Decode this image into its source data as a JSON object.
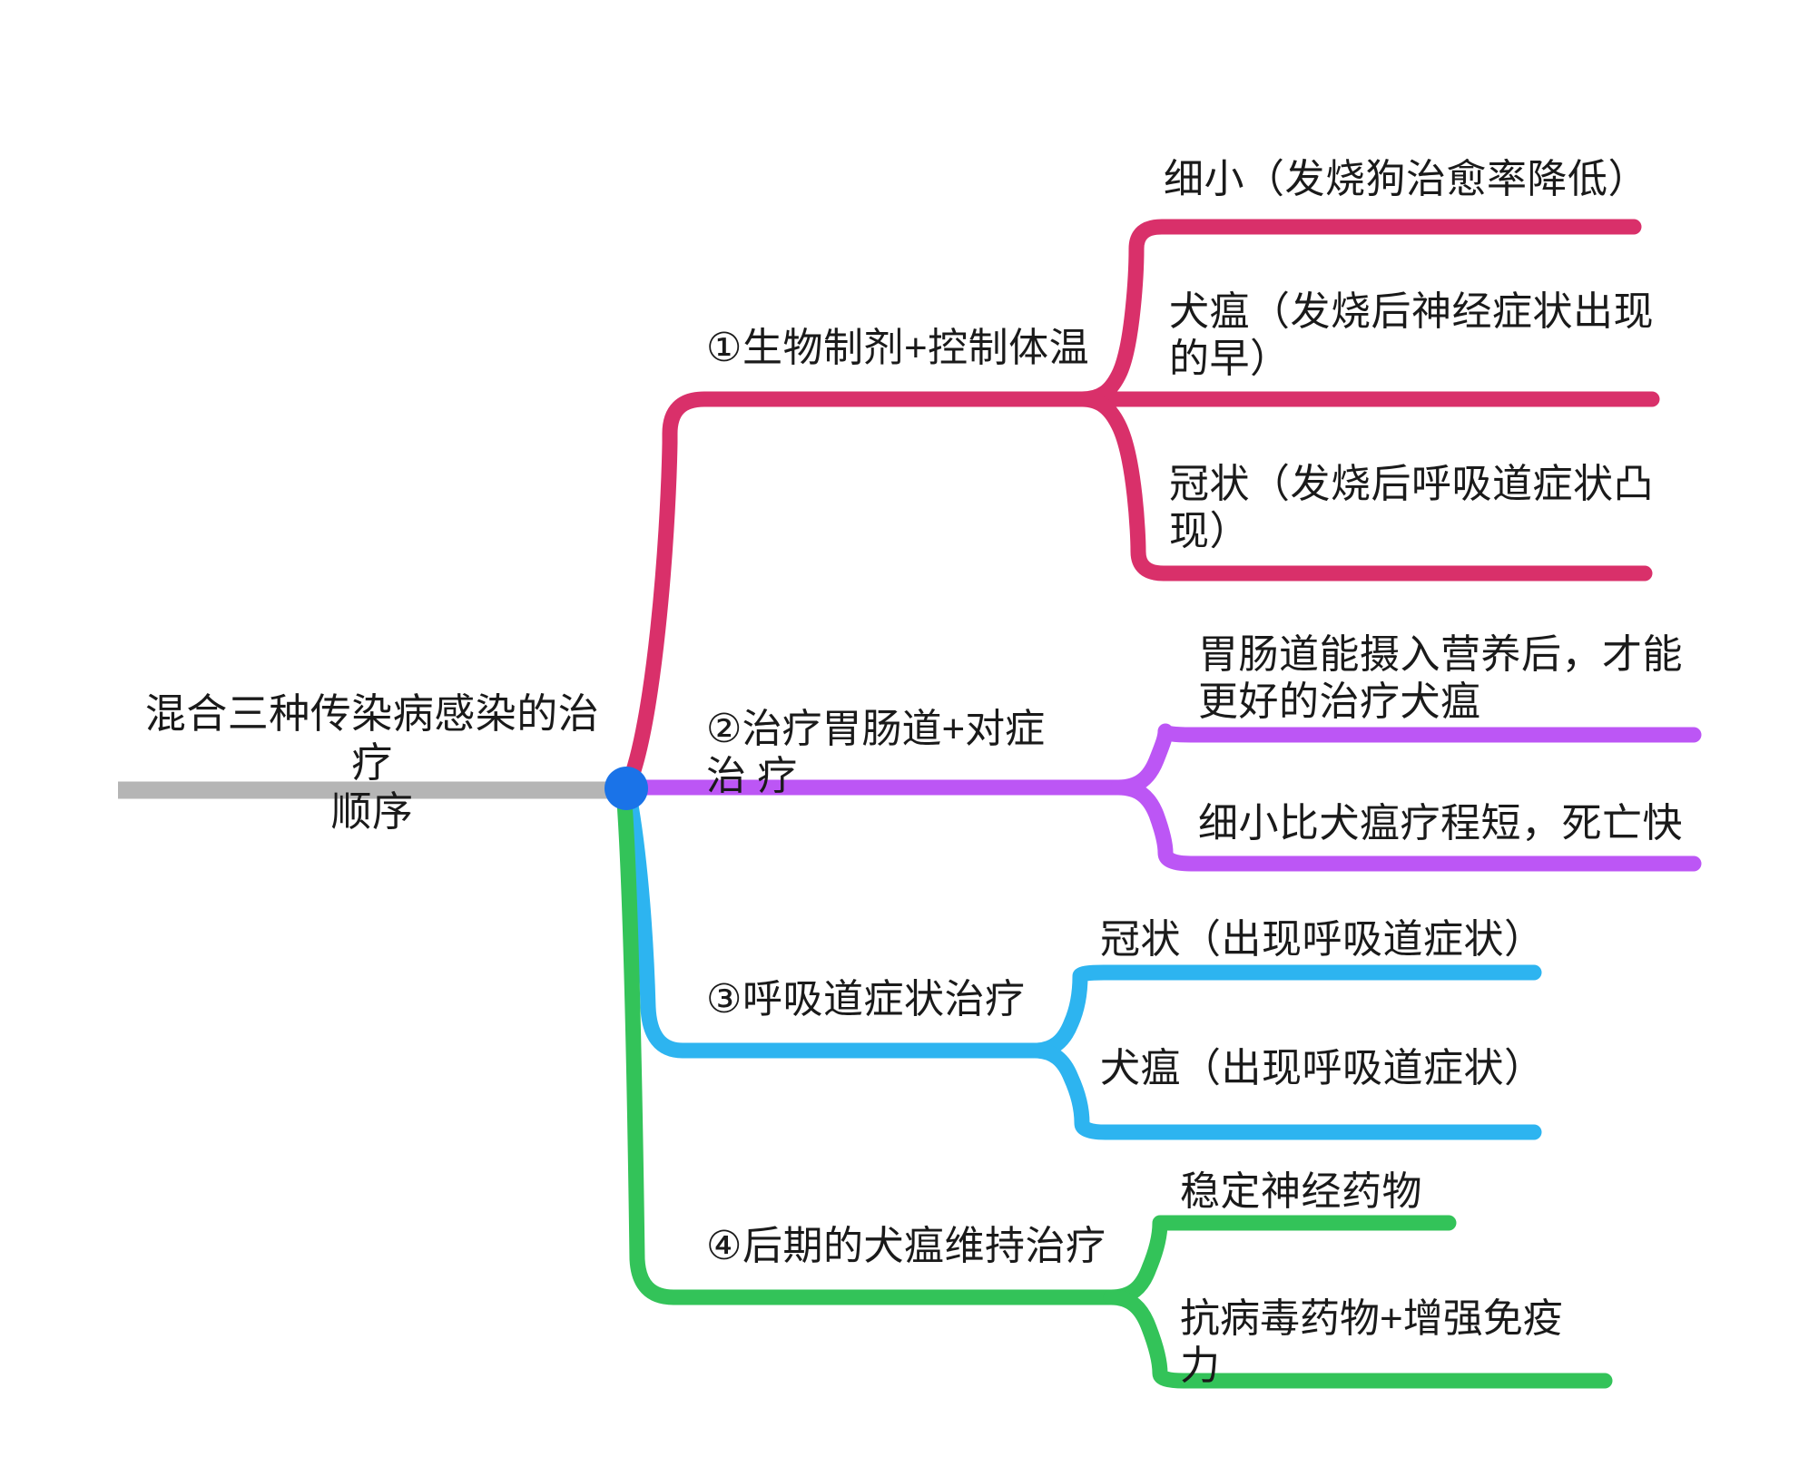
{
  "diagram": {
    "type": "mind-map",
    "orientation": "left-to-right",
    "background_color": "#ffffff",
    "text_color": "#1a1a1a",
    "root": {
      "label": "混合三种传染病感染的治疗\n顺序",
      "stem_color": "#b5b5b5",
      "hub_color": "#1a73e8"
    },
    "branches": [
      {
        "id": "branch-1",
        "label": "①生物制剂+控制体温",
        "color": "#d9306a",
        "children": [
          {
            "id": "b1-c1",
            "label": "细小（发烧狗治愈率降低）"
          },
          {
            "id": "b1-c2",
            "label": "犬瘟（发烧后神经症状出现\n的早）"
          },
          {
            "id": "b1-c3",
            "label": "冠状（发烧后呼吸道症状凸\n现）"
          }
        ]
      },
      {
        "id": "branch-2",
        "label": "②治疗胃肠道+对症治\n疗",
        "color": "#bc56f5",
        "children": [
          {
            "id": "b2-c1",
            "label": "胃肠道能摄入营养后，才能\n更好的治疗犬瘟"
          },
          {
            "id": "b2-c2",
            "label": "细小比犬瘟疗程短，死亡快"
          }
        ]
      },
      {
        "id": "branch-3",
        "label": "③呼吸道症状治疗",
        "color": "#2db4f0",
        "children": [
          {
            "id": "b3-c1",
            "label": "冠状（出现呼吸道症状）"
          },
          {
            "id": "b3-c2",
            "label": "犬瘟（出现呼吸道症状）"
          }
        ]
      },
      {
        "id": "branch-4",
        "label": "④后期的犬瘟维持治疗",
        "color": "#33c359",
        "children": [
          {
            "id": "b4-c1",
            "label": "稳定神经药物"
          },
          {
            "id": "b4-c2",
            "label": "抗病毒药物+增强免疫\n力"
          }
        ]
      }
    ]
  }
}
